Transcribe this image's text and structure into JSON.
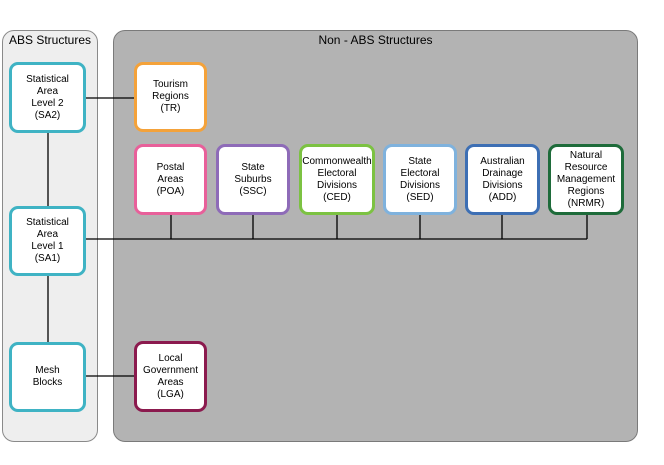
{
  "abs_structures": {
    "title": "ABS Structures",
    "boxes": [
      {
        "id": "sa2",
        "label": "Statistical\nArea\nLevel 2\n(SA2)",
        "color": "#3fb3c4"
      },
      {
        "id": "sa1",
        "label": "Statistical\nArea\nLevel 1\n(SA1)",
        "color": "#3fb3c4"
      },
      {
        "id": "mesh",
        "label": "Mesh\nBlocks",
        "color": "#3fb3c4"
      }
    ]
  },
  "non_abs_structures": {
    "title": "Non - ABS Structures",
    "boxes": [
      {
        "id": "tr",
        "label": "Tourism\nRegions\n(TR)",
        "color": "#f4a23a"
      },
      {
        "id": "poa",
        "label": "Postal\nAreas\n(POA)",
        "color": "#e8609a"
      },
      {
        "id": "ssc",
        "label": "State\nSuburbs\n(SSC)",
        "color": "#8e6bb8"
      },
      {
        "id": "ced",
        "label": "Commonwealth\nElectoral\nDivisions\n(CED)",
        "color": "#7cc242"
      },
      {
        "id": "sed",
        "label": "State\nElectoral\nDivisions\n(SED)",
        "color": "#7fb2dd"
      },
      {
        "id": "add",
        "label": "Australian\nDrainage\nDivisions\n(ADD)",
        "color": "#3d6fb4"
      },
      {
        "id": "nrmr",
        "label": "Natural\nResource\nManagement\nRegions\n(NRMR)",
        "color": "#1e6b3a"
      },
      {
        "id": "lga",
        "label": "Local\nGovernment\nAreas\n(LGA)",
        "color": "#8b1a4e"
      }
    ]
  },
  "line_color": "#000000"
}
